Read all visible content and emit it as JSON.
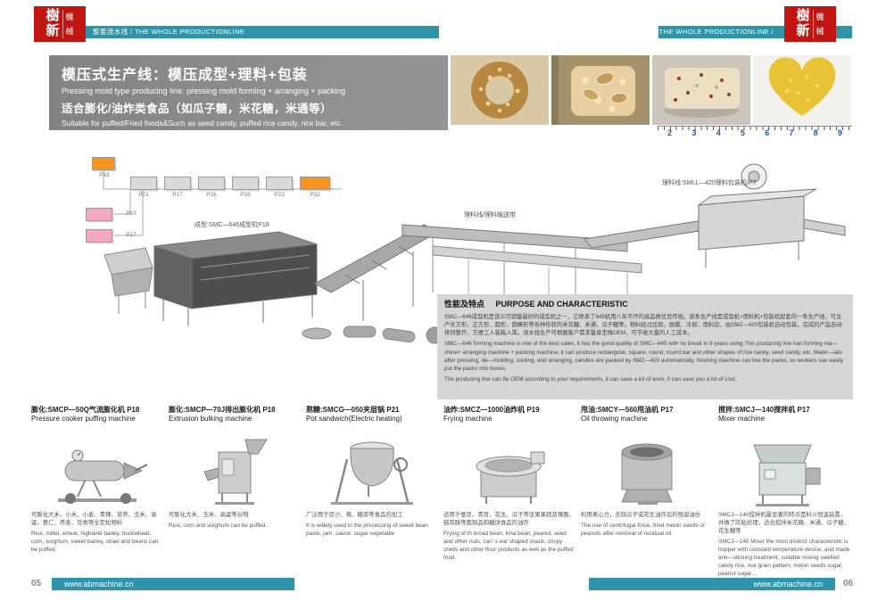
{
  "brand": {
    "seal_big_top": "樹",
    "seal_big_bottom": "新",
    "seal_small_top": "機",
    "seal_small_bottom": "械"
  },
  "header": {
    "left_bar": "整套流水线 / THE WHOLE PRODUCTIONLINE",
    "right_bar": "THE WHOLE PRODUCTIONLINE / 整套流水线"
  },
  "title_block": {
    "title_cn": "模压式生产线：模压成型+理料+包装",
    "title_en": "Pressing mold type producing line: pressing mold forming + arranging + packing",
    "subtitle_cn": "适合膨化/油炸类食品（如瓜子糖，米花糖，米通等）",
    "subtitle_en": "Suitable for puffed/Fried foods&Such as seed candy, puffed rice candy, rice bar, etc."
  },
  "ruler": [
    "2",
    "3",
    "4",
    "5",
    "6",
    "7",
    "8",
    "9"
  ],
  "diagram": {
    "flow_labels": [
      "P18",
      "P21",
      "P17",
      "P16",
      "P18",
      "P23",
      "P32",
      "P19",
      "P17"
    ],
    "label_forming": "成型:SMC—646成型机P18",
    "label_arranging": "理料线/理料输送带",
    "label_packing": "理料线:SMLL—420理料包装机/P7"
  },
  "purpose": {
    "title_cn": "性能及特点",
    "title_en": "PURPOSE AND CHARACTERISTIC",
    "body_cn": "SMC—646成型机是该公司销量最好的成型机之一，它继承了645机用八年不坏的高品质优良传统。该条生产线是成型机+理料机+包装机配套的一条生产线，可生产长方形、正方形、圆形、圆棒形等各种形状的米花糖、米通、瓜子糖等。物料经过压制、脱模、冷却、理料后，由SMZ—420包装机自动包装，完成的产品自动排列整齐，方便工人装箱入库。流水线生产可根据客户需求量身定做OEM，可节省大量的人工成本。",
    "body_en": "SMC—646 forming machine is one of the best sales, it has the good quality of SMC—645 with no break in 8 years using.This producing line has forming ma—chine+ arranging machine + packing machine, it can produce rectangular, square, round, round bar and other shapes of rice candy, seed candy, etc. Mater—ials after pressing, de—molding, cooling, and arranging, candies are packed by SMZ—420 automatically, finishing machine can line the packs, so workers can easily put the packs into boxes.",
    "body_en2": "The producing line can be OEM according to your requirements, it can save a lot of work, it can save you a lot of cost."
  },
  "products": [
    {
      "title": "膨化:SMCP—50Q气流膨化机 P18",
      "subtitle": "Pressure cooker puffing machine",
      "desc_cn": "可膨化大米、小米、小麦、青稞、苦荞、玉米、高粱、薏仁、荞麦、豆类等全定粒物料",
      "desc_en": "Rice, millet, wheat, highland barley, buckwheat, corn, sorghum, sweet barley, straw and beans can be puffed."
    },
    {
      "title": "膨化:SMCP—70J排出膨化机 P18",
      "subtitle": "Extrusion bulking machine",
      "desc_cn": "可膨化大米、玉米、高粱等谷物",
      "desc_en": "Rice, corn and sorghum can be puffed.."
    },
    {
      "title": "熬糖:SMCG—050夹层锅 P21",
      "subtitle": "Pot sandwich(Electric heating)",
      "desc_cn": "广泛用于豆沙、酱、糖菜等食品的加工",
      "desc_en": "It is widely used in the processing of sweet bean paste, jam, sauce, sugar vegetable"
    },
    {
      "title": "油炸:SMCZ—1000油炸机 P19",
      "subtitle": "Frying machine",
      "desc_cn": "适用于蚕豆、青豆、花生、瓜子等坚果果蔬及薄脆、猫耳酥等面制品和糖饼食品的油炸",
      "desc_en": "Frying of th broad bean, lima bean, peanut, seed and other nuts, can' s ear shaped snack, crispy shells and other flour products as well as the puffed food."
    },
    {
      "title": "甩油:SMCY—560甩油机 P17",
      "subtitle": "Oil throwing machine",
      "desc_cn": "利用离心力，去除瓜子或花生油炸后的残留油份",
      "desc_en": "The use of centrifugal force, fried melon seeds or peanuts after removal of residual oil."
    },
    {
      "title": "搅拌:SMCJ—140搅拌机 P17",
      "subtitle": "Mixer machine",
      "desc_cn": "SMCJ—140搅拌机最显著的特点是料斗恒温装置，并做了防粘处理，适合搅拌米花糖、米通、瓜子糖、花生糖等",
      "desc_en": "SMCJ—140 Mixer the most distinct characteristic is hopper with constant temperature device, and made anti—sticking treatment, suitable mixing swelled candy rice, rice grain pattern, melon seeds sugar, peanut sugar..."
    }
  ],
  "footer": {
    "site": "www.abmachine.cn",
    "page_left": "05",
    "page_right": "06"
  }
}
